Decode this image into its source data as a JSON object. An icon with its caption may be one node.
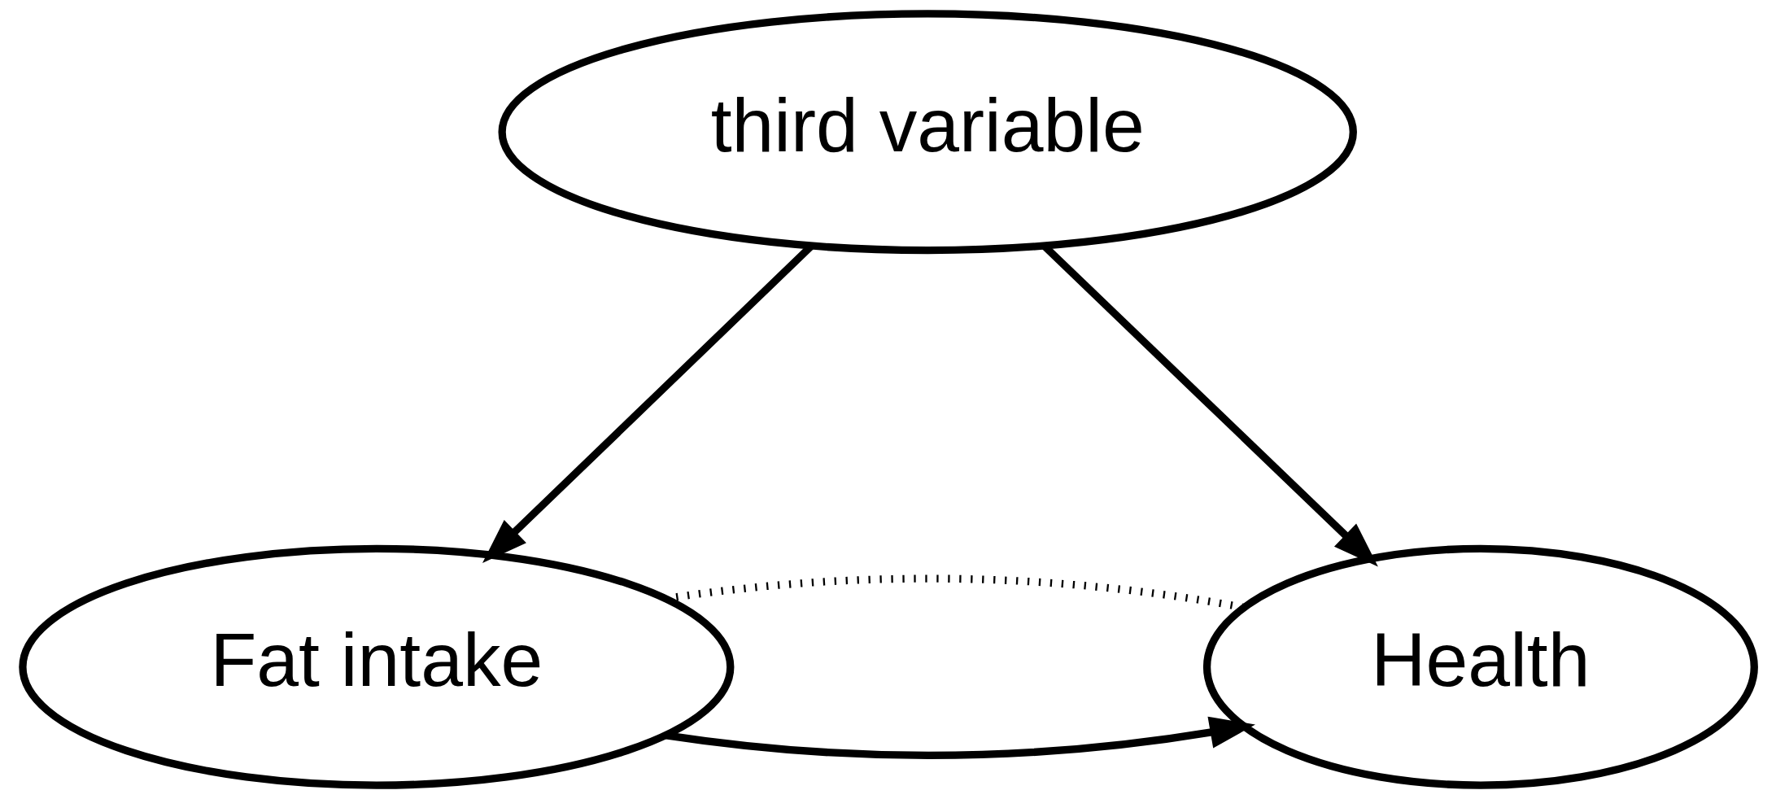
{
  "diagram": {
    "nodes": [
      {
        "text": [
          "third variable"
        ]
      },
      {
        "text": [
          "Fat intake"
        ]
      },
      {
        "text": [
          "Health"
        ]
      }
    ],
    "edges": [
      {
        "from": 0,
        "to": 1,
        "arrow": "to"
      },
      {
        "from": 0,
        "to": 2,
        "arrow": "to"
      },
      {
        "from": 1,
        "to": 2,
        "arrow": "to"
      },
      {
        "from": 1,
        "to": 2,
        "arrow": "none",
        "style": "dashed"
      }
    ]
  }
}
